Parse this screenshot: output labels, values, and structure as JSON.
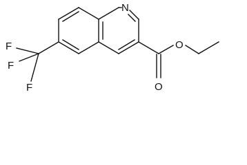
{
  "molecule": {
    "atom_colour": "#111111",
    "background": "#ffffff",
    "labels": {
      "nitrogen": "N",
      "carbonyl_oxygen": "O",
      "ester_oxygen": "O",
      "fluorine_1": "F",
      "fluorine_2": "F",
      "fluorine_3": "F"
    }
  }
}
